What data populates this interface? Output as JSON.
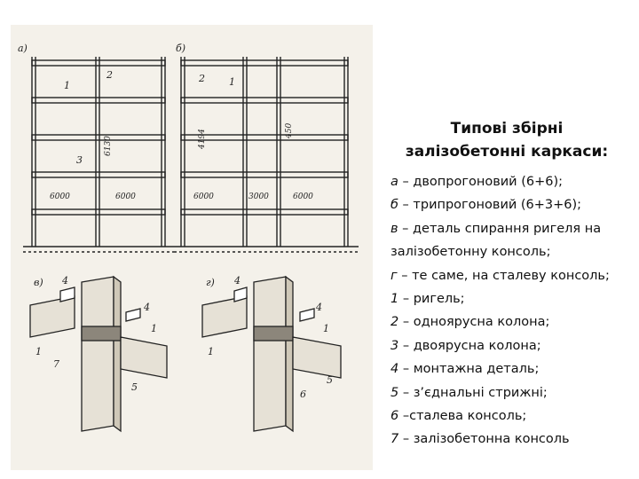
{
  "heading": {
    "line1": "Типові збірні",
    "line2": "залізобетонні каркаси:"
  },
  "legend": [
    {
      "key": "а",
      "sep": " – ",
      "text": "двопрогоновий (6+6);"
    },
    {
      "key": "б",
      "sep": " – ",
      "text": "трипрогоновий (6+3+6);"
    },
    {
      "key": "в",
      "sep": " – ",
      "text": "деталь спирання ригеля на залізобетонну консоль;"
    },
    {
      "key": "г",
      "sep": " – ",
      "text": "те саме, на сталеву консоль;"
    },
    {
      "key": "1",
      "sep": " – ",
      "text": "ригель;"
    },
    {
      "key": "2",
      "sep": " – ",
      "text": "одноярусна колона;"
    },
    {
      "key": "3",
      "sep": " – ",
      "text": "двоярусна колона;"
    },
    {
      "key": "4",
      "sep": " – ",
      "text": "монтажна деталь;"
    },
    {
      "key": "5",
      "sep": " – ",
      "text": "з’єднальні стрижні;"
    },
    {
      "key": "6",
      "sep": " –",
      "text": "сталева консоль;"
    },
    {
      "key": "7",
      "sep": " – ",
      "text": "залізобетонна консоль"
    }
  ],
  "figure": {
    "panel_labels": {
      "a": "а)",
      "b": "б)",
      "c": "в)",
      "d": "г)"
    },
    "frame_a": {
      "spans": [
        "6000",
        "6000"
      ],
      "height": "6130",
      "labels": [
        "1",
        "2",
        "3"
      ]
    },
    "frame_b": {
      "spans": [
        "6000",
        "3000",
        "6000"
      ],
      "height_left": "4194",
      "height_right": "450",
      "labels": [
        "2",
        "1"
      ]
    },
    "detail_c": {
      "labels": [
        "4",
        "4",
        "1",
        "1",
        "7",
        "5"
      ]
    },
    "detail_d": {
      "labels": [
        "4",
        "4",
        "1",
        "1",
        "6",
        "5"
      ]
    }
  }
}
